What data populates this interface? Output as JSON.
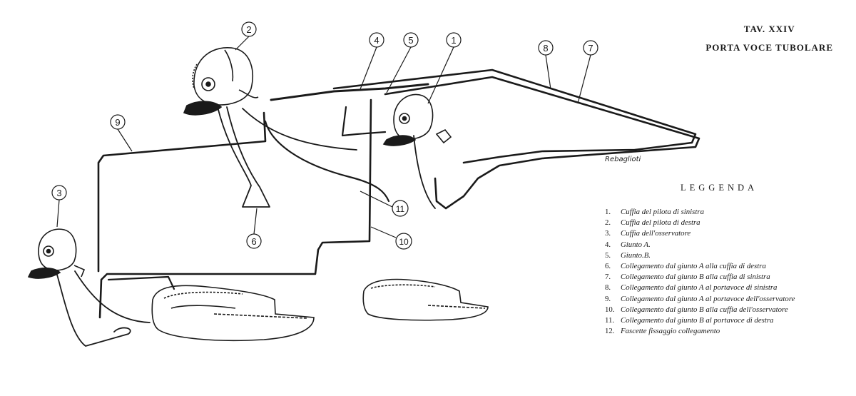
{
  "plate": {
    "number": "TAV. XXIV",
    "title": "PORTA VOCE TUBOLARE",
    "signature": "Rebaglioti"
  },
  "callouts": [
    "1",
    "2",
    "3",
    "4",
    "5",
    "6",
    "7",
    "8",
    "9",
    "10",
    "11"
  ],
  "legend": {
    "title": "LEGGENDA",
    "items": [
      {
        "num": "1.",
        "text": "Cuffia del pilota di sinistra"
      },
      {
        "num": "2.",
        "text": "Cuffia del pilota di destra"
      },
      {
        "num": "3.",
        "text": "Cuffia dell'osservatore"
      },
      {
        "num": "4.",
        "text": "Giunto A."
      },
      {
        "num": "5.",
        "text": "Giunto.B."
      },
      {
        "num": "6.",
        "text": "Collegamento dal giunto A alla cuffia di destra"
      },
      {
        "num": "7.",
        "text": "Collegamento dal giunto B alla cuffia di sinistra"
      },
      {
        "num": "8.",
        "text": "Collegamento dal giunto A al portavoce di sinistra"
      },
      {
        "num": "9.",
        "text": "Collegamento dal giunto A al portavoce dell'osservatore"
      },
      {
        "num": "10.",
        "text": "Collegamento dal giunto B alla cuffia dell'osservatore"
      },
      {
        "num": "11.",
        "text": "Collegamento dal giunto B al portavoce di destra"
      },
      {
        "num": "12.",
        "text": "Fascette fissaggio collegamento"
      }
    ]
  }
}
